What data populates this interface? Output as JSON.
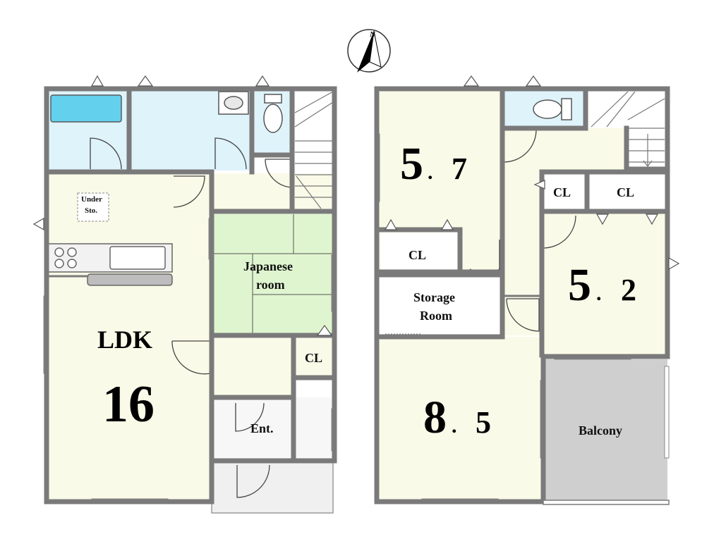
{
  "compass": {
    "north_label": "N"
  },
  "first_floor": {
    "ldk_label": "LDK",
    "ldk_size": "16",
    "under_storage_line1": "Under",
    "under_storage_line2": "Sto.",
    "japanese_room_line1": "Japanese",
    "japanese_room_line2": "room",
    "closet_label": "CL",
    "entrance_label": "Ent."
  },
  "second_floor": {
    "room_a_size_int": "5",
    "room_a_size_dec": "7",
    "room_b_size_int": "5",
    "room_b_size_dec": "2",
    "room_c_size_int": "8",
    "room_c_size_dec": "5",
    "closet_a_label": "CL",
    "closet_b_label": "CL",
    "closet_c_label": "CL",
    "storage_room_line1": "Storage",
    "storage_room_line2": "Room",
    "balcony_label": "Balcony"
  },
  "colors": {
    "wall": "#7a7a7a",
    "room_fill": "#fafae8",
    "wet_area_fill": "#dff3fb",
    "bathtub_fill": "#63d0ee",
    "tatami_fill": "#dff5cf",
    "balcony_fill": "#cfcfcf",
    "entrance_fill": "#f0f0f0"
  }
}
